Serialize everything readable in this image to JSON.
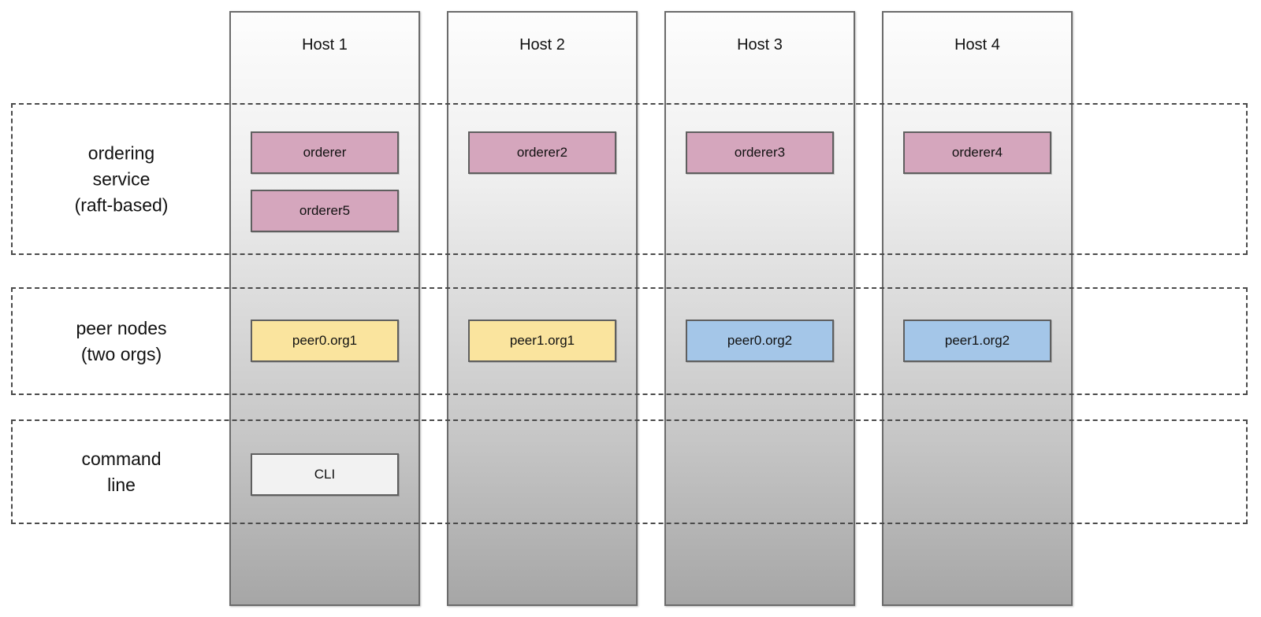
{
  "colors": {
    "orderer-fill": "#d5a6bd",
    "peer-org1-fill": "#fae49e",
    "peer-org2-fill": "#a4c6e8",
    "cli-fill": "#f2f2f2",
    "node-border": "#5f5f5f",
    "column-border": "#6b6b6b",
    "column-top": "#fdfdfd",
    "column-bottom": "#a6a6a6",
    "band-border": "#4a4a4a",
    "text": "#111111"
  },
  "bands": [
    {
      "id": "ordering-service",
      "label": "ordering\nservice\n(raft-based)"
    },
    {
      "id": "peer-nodes",
      "label": "peer nodes\n(two orgs)"
    },
    {
      "id": "command-line",
      "label": "command\nline"
    }
  ],
  "hosts": [
    {
      "label": "Host 1",
      "nodes": [
        {
          "id": "orderer",
          "label": "orderer"
        },
        {
          "id": "orderer5",
          "label": "orderer5"
        },
        {
          "id": "peer0-org1",
          "label": "peer0.org1"
        },
        {
          "id": "cli",
          "label": "CLI"
        }
      ]
    },
    {
      "label": "Host 2",
      "nodes": [
        {
          "id": "orderer2",
          "label": "orderer2"
        },
        {
          "id": "peer1-org1",
          "label": "peer1.org1"
        }
      ]
    },
    {
      "label": "Host 3",
      "nodes": [
        {
          "id": "orderer3",
          "label": "orderer3"
        },
        {
          "id": "peer0-org2",
          "label": "peer0.org2"
        }
      ]
    },
    {
      "label": "Host 4",
      "nodes": [
        {
          "id": "orderer4",
          "label": "orderer4"
        },
        {
          "id": "peer1-org2",
          "label": "peer1.org2"
        }
      ]
    }
  ]
}
